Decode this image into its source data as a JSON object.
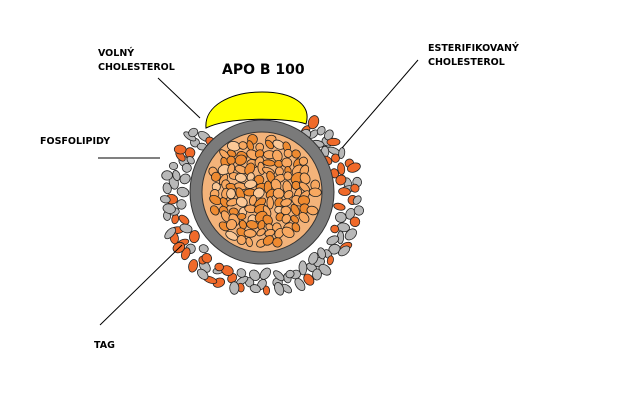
{
  "labels": {
    "apo_b": "APO B 100",
    "free_cholesterol_line1": "VOLNÝ",
    "free_cholesterol_line2": "CHOLESTEROL",
    "esterified_cholesterol_line1": "ESTERIFIKOVANÝ",
    "esterified_cholesterol_line2": "CHOLESTEROL",
    "phospholipids": "FOSFOLIPIDY",
    "tag": "TAG"
  },
  "colors": {
    "apo_b": "#ffff00",
    "ring": "#7a7a7a",
    "phospholipid_gray": "#b8b8b8",
    "phospholipid_orange": "#f06a2a",
    "core_light": "#f8a860",
    "core_dark": "#ee8a30",
    "core_pale": "#fbc896"
  }
}
